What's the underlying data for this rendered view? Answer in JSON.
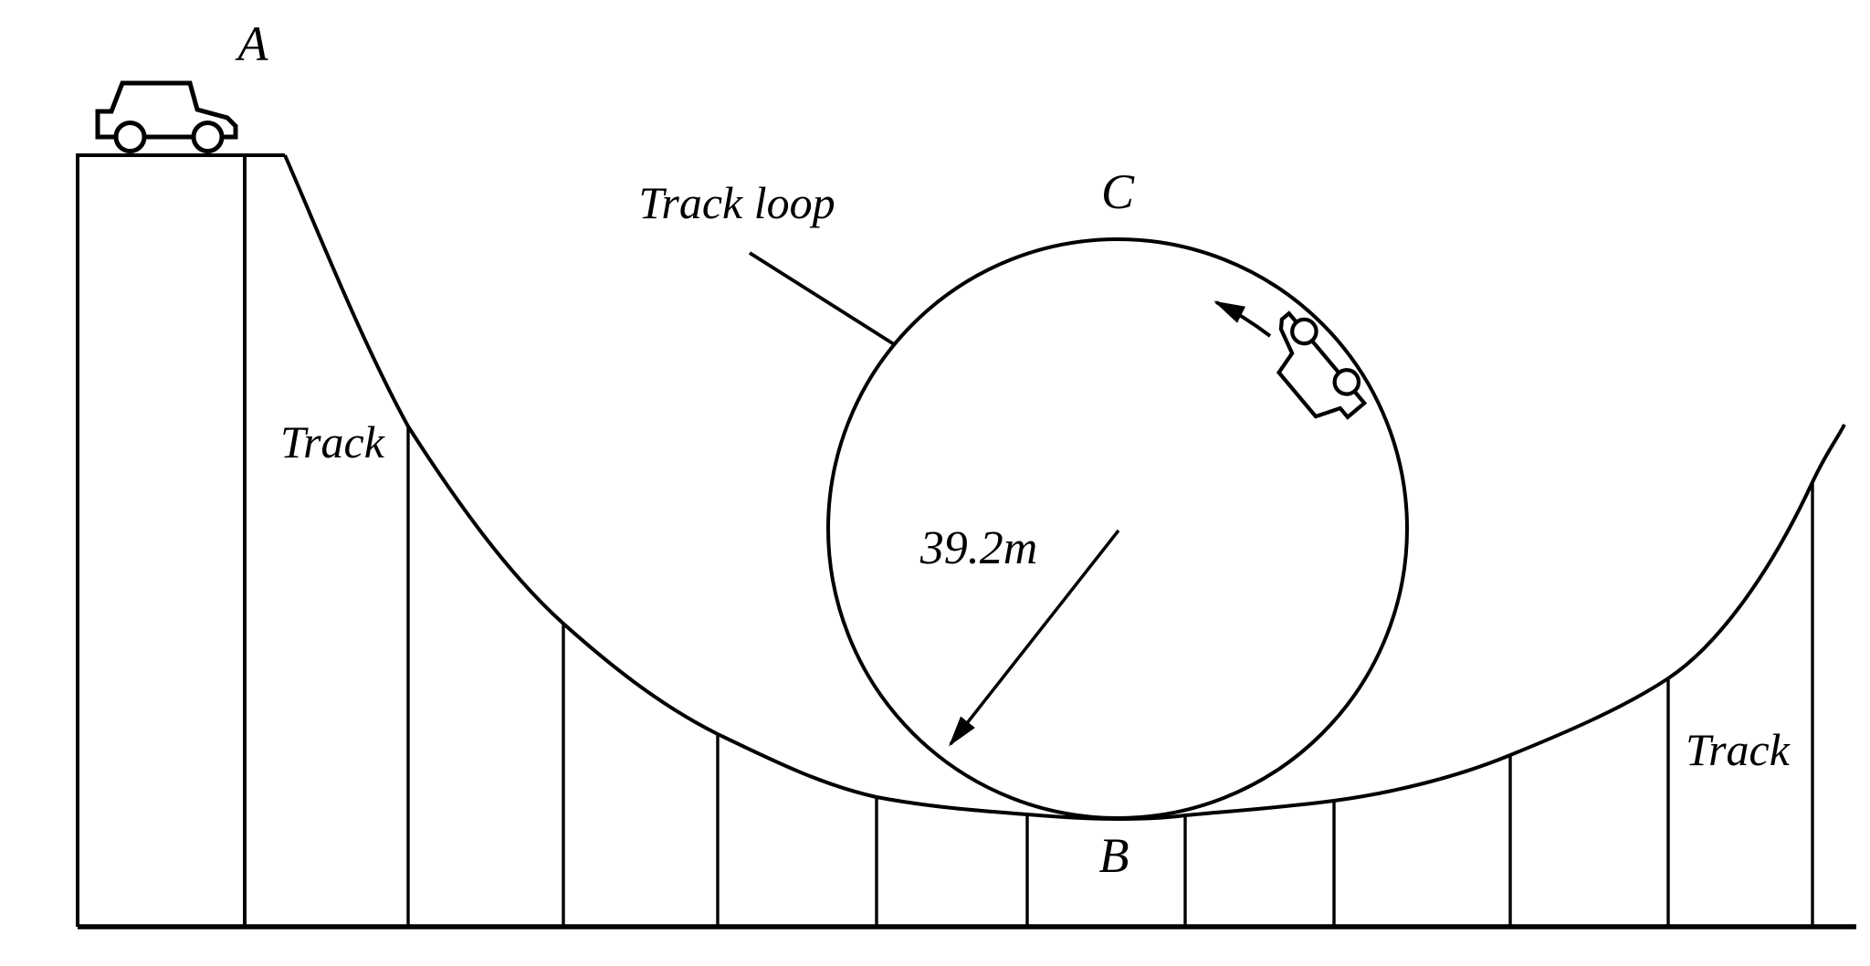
{
  "diagram": {
    "background": "#ffffff",
    "ink_color": "#000000",
    "labels": {
      "point_a": "A",
      "point_b": "B",
      "point_c": "C",
      "track_loop": "Track loop",
      "track_left": "Track",
      "track_right": "Track",
      "radius": "39.2m"
    }
  }
}
